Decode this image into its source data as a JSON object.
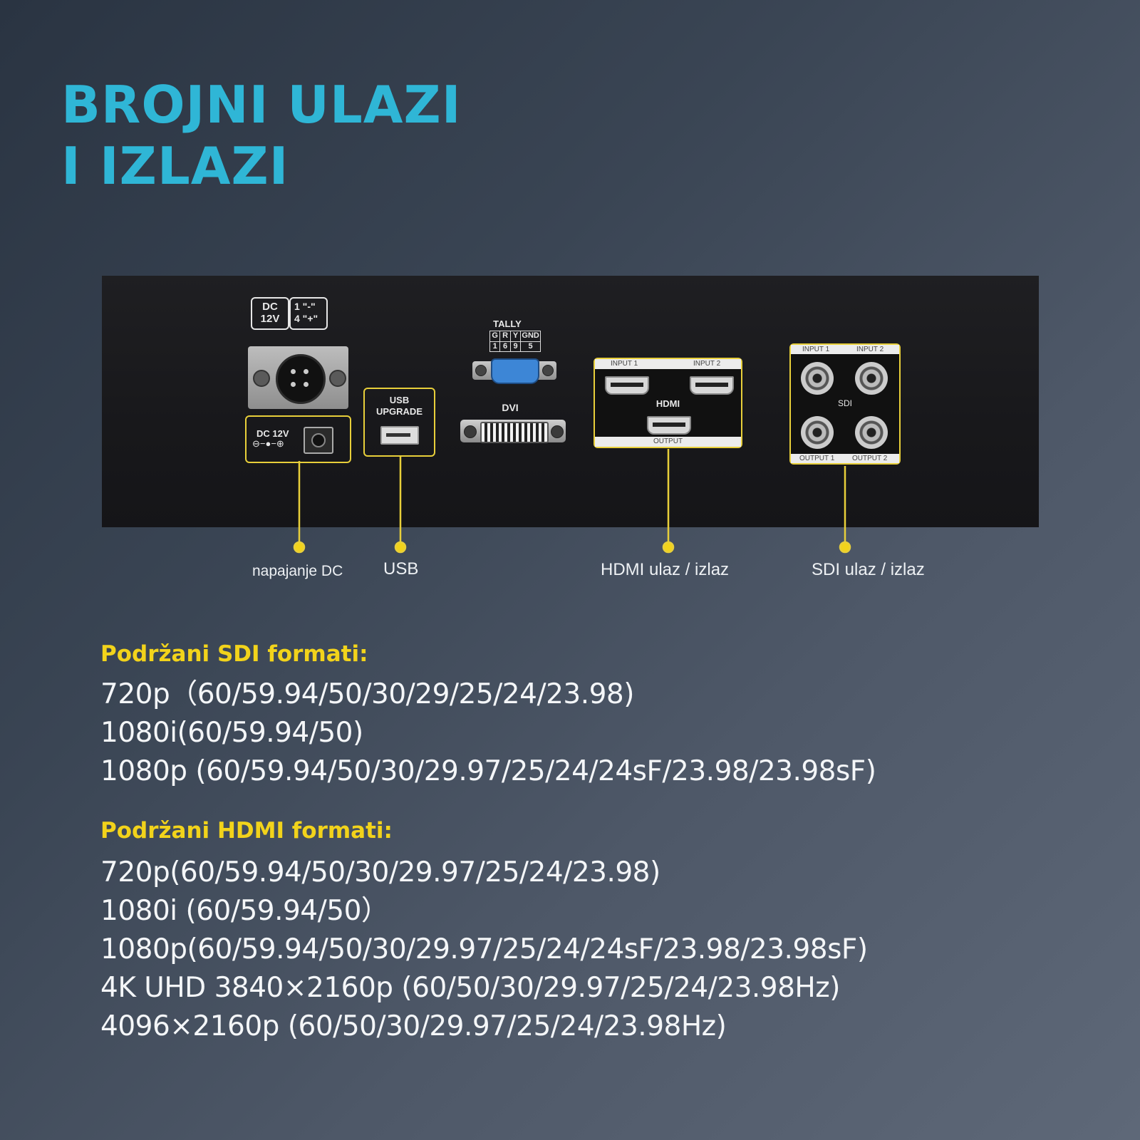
{
  "headline": {
    "line1": "BROJNI ULAZI",
    "line2": "I IZLAZI"
  },
  "panel": {
    "dc_label": "DC",
    "dc_voltage": "12V",
    "pin1": "1 \"-\"",
    "pin4": "4 \"+\"",
    "dc_jack_label": "DC 12V",
    "usb_label_1": "USB",
    "usb_label_2": "UPGRADE",
    "tally_label": "TALLY",
    "tally_pins_top": [
      "G",
      "R",
      "Y",
      "GND"
    ],
    "tally_pins_bottom": [
      "1",
      "6",
      "9",
      "5"
    ],
    "dvi_label": "DVI",
    "hdmi_input1": "INPUT 1",
    "hdmi_input2": "INPUT 2",
    "hdmi_label": "HDMI",
    "hdmi_output": "OUTPUT",
    "sdi_input1": "INPUT 1",
    "sdi_input2": "INPUT 2",
    "sdi_label": "SDI",
    "sdi_output1": "OUTPUT 1",
    "sdi_output2": "OUTPUT 2"
  },
  "callouts": {
    "power": "napajanje DC",
    "usb": "USB",
    "hdmi": "HDMI ulaz / izlaz",
    "sdi": "SDI ulaz / izlaz"
  },
  "sdi_formats": {
    "heading": "Podržani SDI formati:",
    "items": [
      "720p（60/59.94/50/30/29/25/24/23.98)",
      "1080i(60/59.94/50)",
      "1080p (60/59.94/50/30/29.97/25/24/24sF/23.98/23.98sF)"
    ]
  },
  "hdmi_formats": {
    "heading": "Podržani HDMI formati:",
    "items": [
      "720p(60/59.94/50/30/29.97/25/24/23.98)",
      "1080i (60/59.94/50）",
      "1080p(60/59.94/50/30/29.97/25/24/24sF/23.98/23.98sF)",
      "4K UHD 3840×2160p (60/50/30/29.97/25/24/23.98Hz)",
      "4096×2160p (60/50/30/29.97/25/24/23.98Hz)"
    ]
  },
  "colors": {
    "accent_cyan": "#2fb6d6",
    "accent_yellow": "#f2d31b",
    "callout_yellow": "#e8cf3a"
  }
}
